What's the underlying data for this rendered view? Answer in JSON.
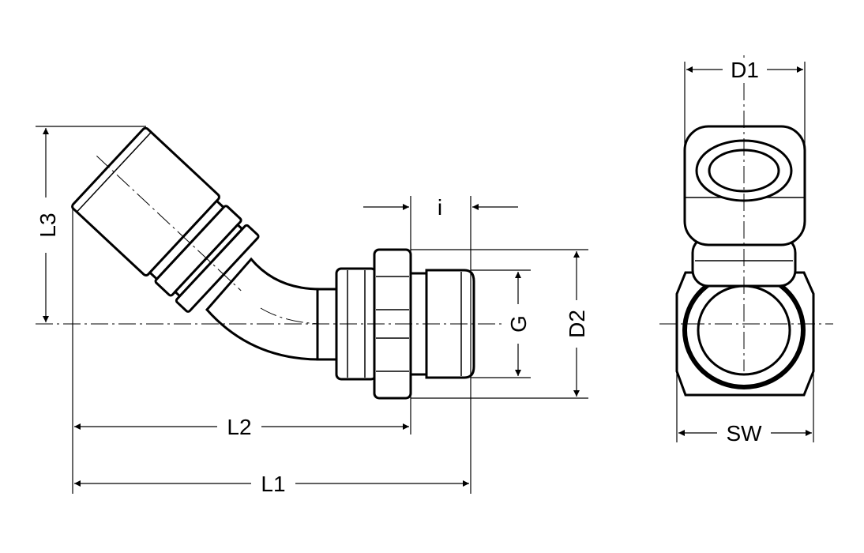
{
  "labels": {
    "D1": "D1",
    "L3": "L3",
    "i": "i",
    "G": "G",
    "D2": "D2",
    "L2": "L2",
    "L1": "L1",
    "SW": "SW"
  }
}
